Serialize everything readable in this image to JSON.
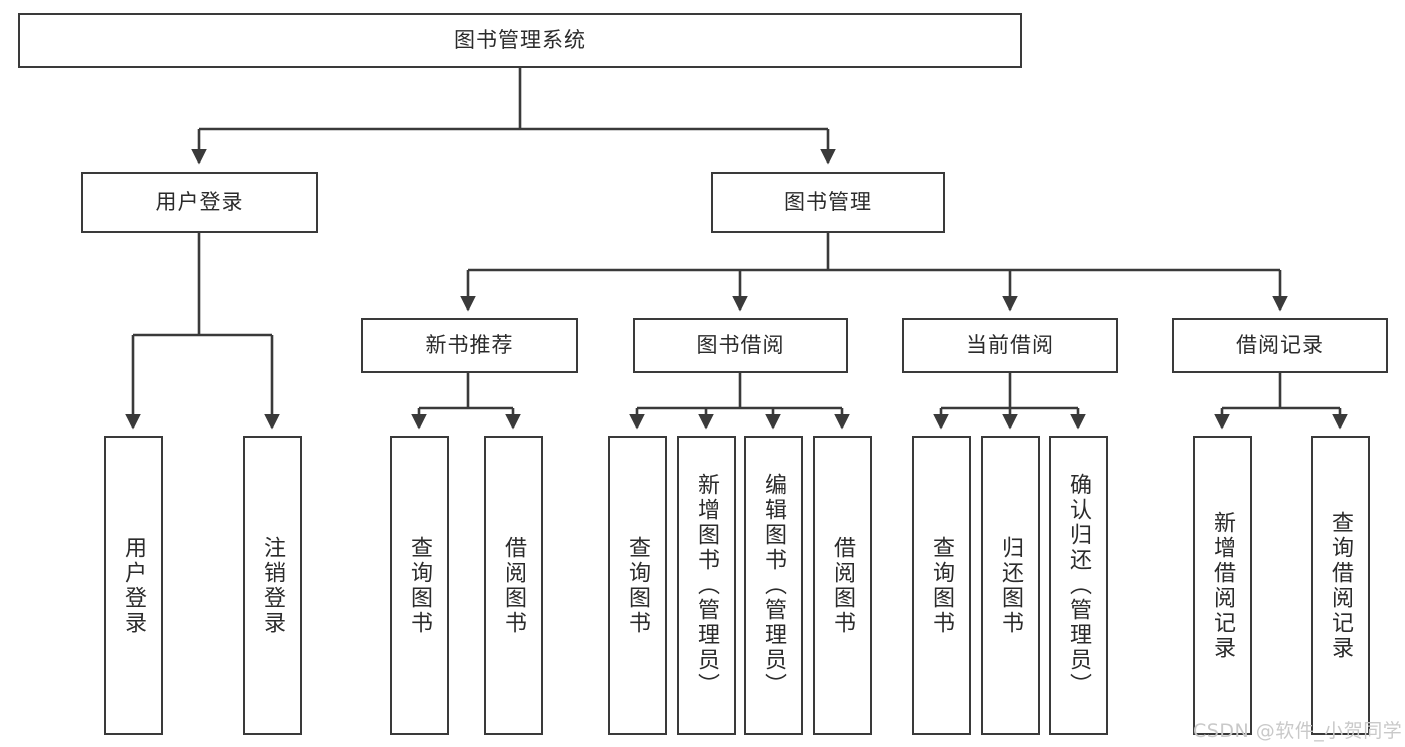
{
  "diagram": {
    "type": "tree",
    "title": "图书管理系统",
    "watermark": "CSDN @软件_小贺同学",
    "colors": {
      "background": "#ffffff",
      "box_fill": "#ffffff",
      "box_stroke": "#3a3a3a",
      "text": "#2b2b2b",
      "connector": "#3a3a3a",
      "watermark": "#c9c9c9"
    },
    "root": {
      "label": "图书管理系统"
    },
    "level1": [
      {
        "label": "用户登录"
      },
      {
        "label": "图书管理"
      }
    ],
    "level2": [
      {
        "label": "新书推荐"
      },
      {
        "label": "图书借阅"
      },
      {
        "label": "当前借阅"
      },
      {
        "label": "借阅记录"
      }
    ],
    "leaves": {
      "user_login": [
        {
          "label": "用户登录"
        },
        {
          "label": "注销登录"
        }
      ],
      "new_book_recommend": [
        {
          "label": "查询图书"
        },
        {
          "label": "借阅图书"
        }
      ],
      "book_borrow": [
        {
          "label": "查询图书"
        },
        {
          "label": "新增图书（管理员）"
        },
        {
          "label": "编辑图书（管理员）"
        },
        {
          "label": "借阅图书"
        }
      ],
      "current_borrow": [
        {
          "label": "查询图书"
        },
        {
          "label": "归还图书"
        },
        {
          "label": "确认归还（管理员）"
        }
      ],
      "borrow_record": [
        {
          "label": "新增借阅记录"
        },
        {
          "label": "查询借阅记录"
        }
      ]
    }
  }
}
